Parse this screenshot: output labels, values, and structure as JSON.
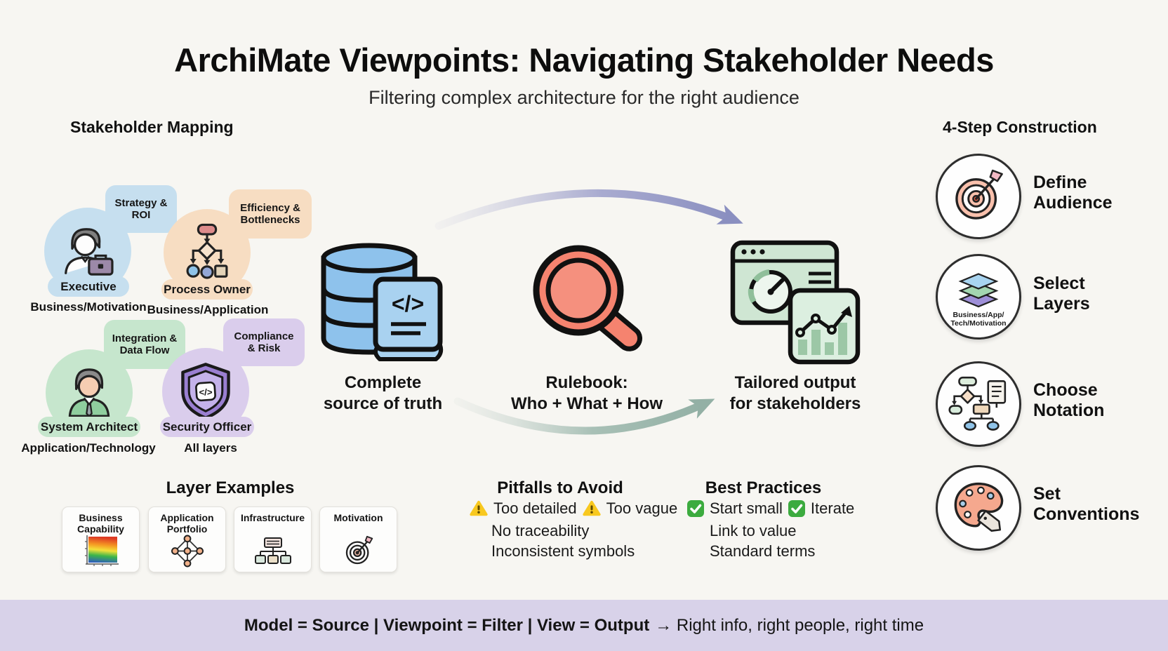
{
  "title": "ArchiMate Viewpoints: Navigating Stakeholder Needs",
  "subtitle": "Filtering complex architecture for the right audience",
  "stakeholder_mapping": {
    "heading": "Stakeholder Mapping",
    "stakeholders": [
      {
        "name": "Executive",
        "concern": "Strategy & ROI",
        "scope": "Business/Motivation",
        "icon": "executive-briefcase-icon",
        "color": "#c6dfef"
      },
      {
        "name": "Process Owner",
        "concern": "Efficiency & Bottlenecks",
        "scope": "Business/Application",
        "icon": "process-flowchart-icon",
        "color": "#f7ddc2"
      },
      {
        "name": "System Architect",
        "concern": "Integration & Data Flow",
        "scope": "Application/Technology",
        "icon": "architect-person-icon",
        "color": "#c6e6cd"
      },
      {
        "name": "Security Officer",
        "concern": "Compliance & Risk",
        "scope": "All layers",
        "icon": "security-shield-icon",
        "color": "#dacdec"
      }
    ]
  },
  "flow": {
    "source": {
      "line1": "Complete",
      "line2": "source of truth",
      "icon": "database-book-icon"
    },
    "rulebook": {
      "line1": "Rulebook:",
      "line2": "Who + What + How",
      "icon": "magnifier-icon"
    },
    "output": {
      "line1": "Tailored output",
      "line2": "for stakeholders",
      "icon": "dashboard-icon"
    }
  },
  "construction": {
    "heading": "4-Step Construction",
    "steps": [
      {
        "label": "Define Audience",
        "icon": "target-icon"
      },
      {
        "label": "Select Layers",
        "icon": "layers-icon",
        "note_line1": "Business/App/",
        "note_line2": "Tech/Motivation"
      },
      {
        "label": "Choose Notation",
        "icon": "notation-flowchart-icon"
      },
      {
        "label": "Set Conventions",
        "icon": "palette-tag-icon"
      }
    ]
  },
  "layer_examples": {
    "heading": "Layer Examples",
    "cards": [
      {
        "label": "Business Capability",
        "icon": "heatmap-icon"
      },
      {
        "label": "Application Portfolio",
        "icon": "network-graph-icon"
      },
      {
        "label": "Infrastructure",
        "icon": "server-tree-icon"
      },
      {
        "label": "Motivation",
        "icon": "target-icon"
      }
    ]
  },
  "pitfalls": {
    "heading": "Pitfalls to Avoid",
    "line1_item1": "Too detailed",
    "line1_item2": "Too vague",
    "line2": "No traceability",
    "line3": "Inconsistent symbols"
  },
  "best_practices": {
    "heading": "Best Practices",
    "line1_item1": "Start small",
    "line1_item2": "Iterate",
    "line2": "Link to value",
    "line3": "Standard terms"
  },
  "footer": {
    "bold": "Model = Source | Viewpoint = Filter | View = Output",
    "rest": "→ Right info, right people, right time"
  },
  "colors": {
    "background": "#f7f6f2",
    "footer_bar": "#d8d2e9",
    "executive_blue": "#c6dfef",
    "process_owner_peach": "#f7ddc2",
    "system_architect_green": "#c6e6cd",
    "security_officer_purple": "#dacdec",
    "source_blue": "#8ec2ec",
    "rulebook_salmon": "#f5836f",
    "output_green": "#cfe6d3",
    "warning_yellow": "#f8c81f",
    "check_green": "#3cab3f",
    "arrow_top_purple": "#8a8fc0",
    "arrow_bottom_sage": "#93b0a5"
  }
}
